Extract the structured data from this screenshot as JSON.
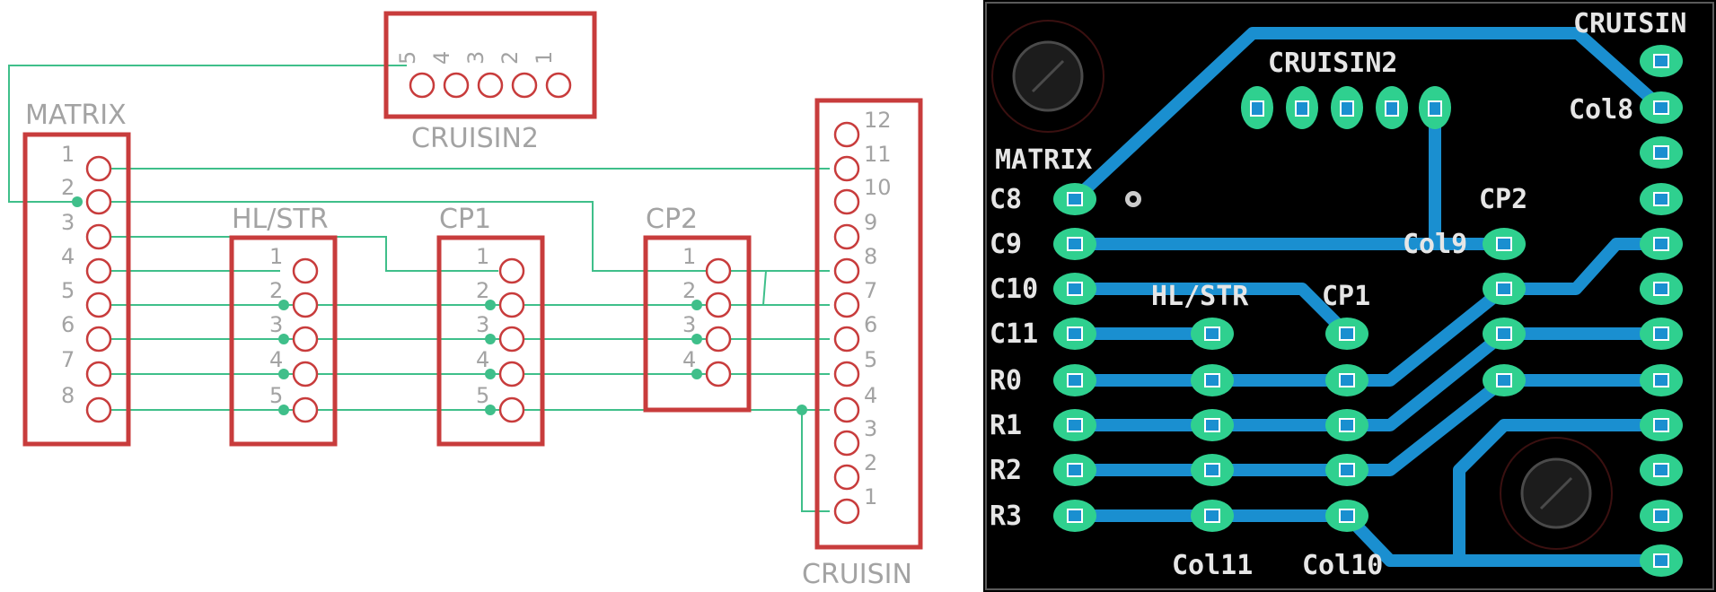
{
  "schematic": {
    "title": "schematic",
    "components": [
      {
        "id": "matrix",
        "label": "MATRIX",
        "pins": [
          "1",
          "2",
          "3",
          "4",
          "5",
          "6",
          "7",
          "8"
        ]
      },
      {
        "id": "hlstr",
        "label": "HL/STR",
        "pins": [
          "1",
          "2",
          "3",
          "4",
          "5"
        ]
      },
      {
        "id": "cp1",
        "label": "CP1",
        "pins": [
          "1",
          "2",
          "3",
          "4",
          "5"
        ]
      },
      {
        "id": "cp2",
        "label": "CP2",
        "pins": [
          "1",
          "2",
          "3",
          "4"
        ]
      },
      {
        "id": "cruisin",
        "label": "CRUISIN",
        "pins": [
          "12",
          "11",
          "10",
          "9",
          "8",
          "7",
          "6",
          "5",
          "4",
          "3",
          "2",
          "1"
        ]
      },
      {
        "id": "cruisin2",
        "label": "CRUISIN2",
        "pins": [
          "5",
          "4",
          "3",
          "2",
          "1"
        ]
      }
    ]
  },
  "pcb": {
    "components": [
      {
        "id": "cruisin",
        "label": "CRUISIN"
      },
      {
        "id": "cruisin2",
        "label": "CRUISIN2"
      },
      {
        "id": "matrix",
        "label": "MATRIX"
      },
      {
        "id": "cp2",
        "label": "CP2"
      },
      {
        "id": "hlstr",
        "label": "HL/STR"
      },
      {
        "id": "cp1",
        "label": "CP1"
      }
    ],
    "net_labels": {
      "col8": "Col8",
      "col9": "Col9",
      "col11": "Col11",
      "col10": "Col10"
    },
    "row_labels": [
      "C8",
      "C9",
      "C10",
      "C11",
      "R0",
      "R1",
      "R2",
      "R3"
    ],
    "colors": {
      "board": "#000000",
      "trace": "#1a8fd0",
      "pad": "#2fd08f",
      "silk": "#e6e6e6"
    }
  }
}
